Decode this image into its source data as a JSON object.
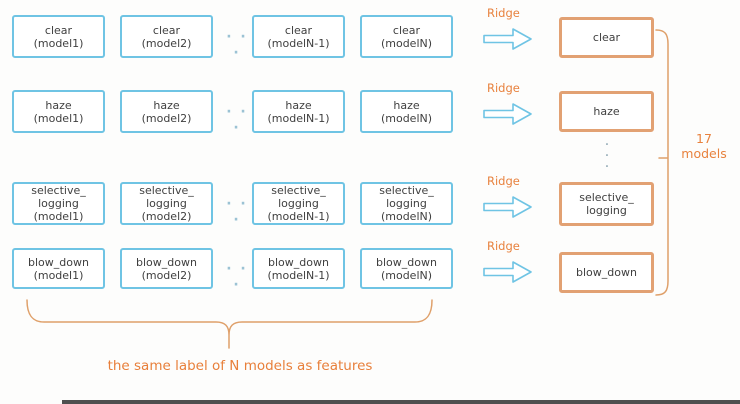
{
  "colors": {
    "box_border_cyan": "#6fc4e4",
    "output_border_orange": "#e2a173",
    "label_orange": "#e8823e",
    "caption_orange": "#e87f3a",
    "text_dark": "#3f3f3f"
  },
  "grid": {
    "rows": [
      {
        "dots": "· · ·",
        "cells": [
          "clear\n(model1)",
          "clear\n(model2)",
          "clear\n(modelN-1)",
          "clear\n(modelN)"
        ]
      },
      {
        "dots": "· · ·",
        "cells": [
          "haze\n(model1)",
          "haze\n(model2)",
          "haze\n(modelN-1)",
          "haze\n(modelN)"
        ]
      },
      {
        "dots": "· · ·",
        "cells": [
          "selective_\nlogging\n(model1)",
          "selective_\nlogging\n(model2)",
          "selective_\nlogging\n(modelN-1)",
          "selective_\nlogging\n(modelN)"
        ]
      },
      {
        "dots": "· · ·",
        "cells": [
          "blow_down\n(model1)",
          "blow_down\n(model2)",
          "blow_down\n(modelN-1)",
          "blow_down\n(modelN)"
        ]
      }
    ]
  },
  "ridge": {
    "label": "Ridge"
  },
  "outputs": [
    "clear",
    "haze",
    "selective_\nlogging",
    "blow_down"
  ],
  "vertical_dots": "·\n·\n·",
  "annotations": {
    "models_count": "17\nmodels",
    "bottom_caption": "the same label of N models as features"
  }
}
